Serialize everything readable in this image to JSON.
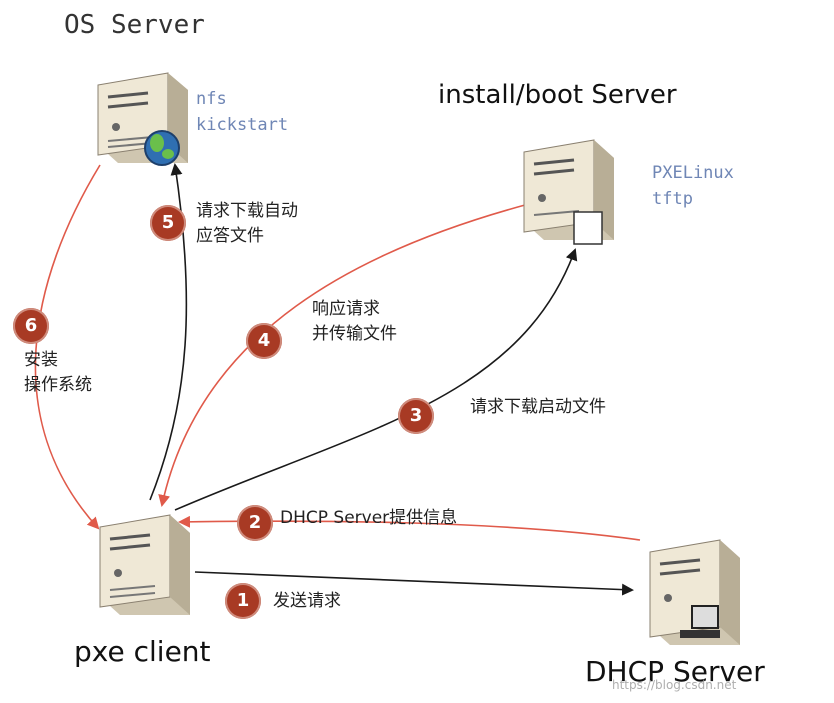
{
  "os_server": {
    "title": "OS Server",
    "services": [
      "nfs",
      "kickstart"
    ]
  },
  "boot_server": {
    "title": "install/boot Server",
    "services": [
      "PXELinux",
      "tftp"
    ]
  },
  "client": {
    "title": "pxe client"
  },
  "dhcp_server": {
    "title": "DHCP Server"
  },
  "watermark": "https://blog.csdn.net",
  "steps": [
    {
      "number": "1",
      "label": "发送请求"
    },
    {
      "number": "2",
      "label": "DHCP Server提供信息"
    },
    {
      "number": "3",
      "label": "请求下载启动文件"
    },
    {
      "number": "4",
      "label": "响应请求\n并传输文件"
    },
    {
      "number": "5",
      "label": "请求下载自动\n应答文件"
    },
    {
      "number": "6",
      "label": "安装\n操作系统"
    }
  ],
  "colors": {
    "badge": "#a83a24",
    "arrow_dark": "#1a1a1a",
    "arrow_red": "#e05a4a",
    "server_body": "#efe8d6"
  }
}
